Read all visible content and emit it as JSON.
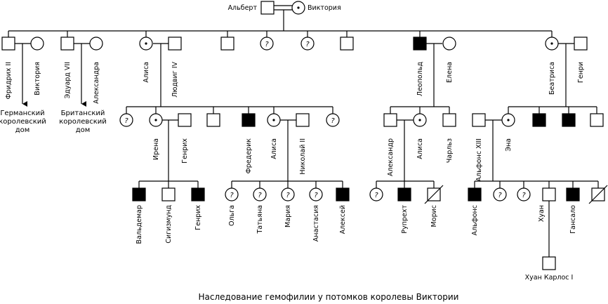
{
  "caption": "Наследование гемофилии у потомков королевы Виктории",
  "mark_question": "?",
  "people": {
    "albert": {
      "name": "Альберт"
    },
    "victoria": {
      "name": "Виктория"
    },
    "friedrich": {
      "name": "Фридрих II"
    },
    "victoria_j": {
      "name": "Виктория"
    },
    "edward": {
      "name": "Эдуард VII"
    },
    "alexandra": {
      "name": "Александра"
    },
    "alice": {
      "name": "Алиса"
    },
    "ludwig": {
      "name": "Людвиг IV"
    },
    "leopold": {
      "name": "Леопольд"
    },
    "helena": {
      "name": "Елена"
    },
    "beatrice": {
      "name": "Беатриса"
    },
    "henry_b": {
      "name": "Генри"
    },
    "irene": {
      "name": "Ирена"
    },
    "heinrich": {
      "name": "Генрих"
    },
    "frederick": {
      "name": "Фредерик"
    },
    "alix": {
      "name": "Алиса"
    },
    "nicholas": {
      "name": "Николай II"
    },
    "alexander": {
      "name": "Александр"
    },
    "alice_l": {
      "name": "Алиса"
    },
    "charles": {
      "name": "Чарльз"
    },
    "alfonso13": {
      "name": "Альфонс XIII"
    },
    "ena": {
      "name": "Эна"
    },
    "waldemar": {
      "name": "Вальдемар"
    },
    "sigismund": {
      "name": "Сигизмунд"
    },
    "heinrich_j": {
      "name": "Генрих"
    },
    "olga": {
      "name": "Ольга"
    },
    "tatiana": {
      "name": "Татьяна"
    },
    "maria": {
      "name": "Мария"
    },
    "anastasia": {
      "name": "Анастасия"
    },
    "alexei": {
      "name": "Алексей"
    },
    "rupert": {
      "name": "Рупрехт"
    },
    "maurice": {
      "name": "Морис"
    },
    "alfonso": {
      "name": "Альфонс"
    },
    "juan": {
      "name": "Хуан"
    },
    "gonzalo": {
      "name": "Гансало"
    },
    "juan_carlos": {
      "name": "Хуан Карлос I"
    }
  },
  "notes": {
    "german": [
      "Германский",
      "королевский",
      "дом"
    ],
    "british": [
      "Британский",
      "королевский",
      "дом"
    ]
  }
}
